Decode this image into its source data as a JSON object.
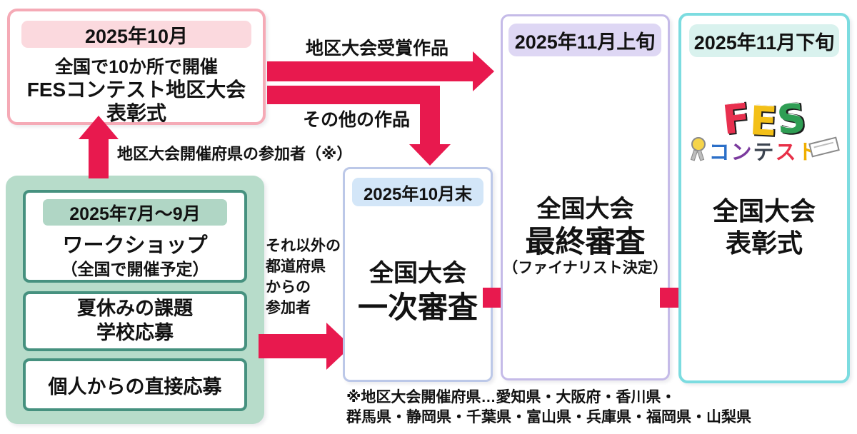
{
  "colors": {
    "arrow_red": "#e8194e",
    "pink_border": "#f5aab6",
    "pink_band": "#fbd9de",
    "green_bg": "#b7dcca",
    "green_border": "#46917f",
    "green_band": "#b0d6c5",
    "blue_border": "#bcc8e8",
    "blue_band": "#d3e6f8",
    "purple_border": "#c5bbe8",
    "purple_band": "#ded7f4",
    "teal_border": "#7cdce0",
    "teal_band": "#d9f2ee",
    "logo_f": "#e8304f",
    "logo_e": "#f3c018",
    "logo_s": "#2f9e54"
  },
  "regional_box": {
    "date": "2025年10月",
    "line1": "全国で10か所で開催",
    "line2": "FESコンテスト地区大会",
    "line3": "表彰式"
  },
  "up_arrow_label": "地区大会開催府県の参加者（※）",
  "entry_box": {
    "workshop": {
      "date": "2025年7月～9月",
      "title": "ワークショップ",
      "note": "（全国で開催予定）"
    },
    "school": {
      "line1": "夏休みの課題",
      "line2": "学校応募"
    },
    "individual": {
      "prefix": "個人からの",
      "bold": "直接応募"
    }
  },
  "other_pref_label": {
    "line1": "それ以外の",
    "line2": "都道府県",
    "line3": "からの",
    "line4": "参加者"
  },
  "award_arrow_label": "地区大会受賞作品",
  "other_arrow_label": "その他の作品",
  "first_round_box": {
    "date": "2025年10月末",
    "line1": "全国大会",
    "line2": "一次審査"
  },
  "final_box": {
    "date": "2025年11月上旬",
    "line1": "全国大会",
    "line2": "最終審査",
    "line3": "（ファイナリスト決定）"
  },
  "ceremony_box": {
    "date": "2025年11月下旬",
    "line1": "全国大会",
    "line2": "表彰式"
  },
  "logo": {
    "l1": "F",
    "l2": "E",
    "l3": "S",
    "k1": "コ",
    "k2": "ン",
    "k3": "テ",
    "k4": "ス",
    "k5": "ト"
  },
  "footnote": {
    "line1": "※地区大会開催府県…愛知県・大阪府・香川県・",
    "line2": "群馬県・静岡県・千葉県・富山県・兵庫県・福岡県・山梨県"
  }
}
